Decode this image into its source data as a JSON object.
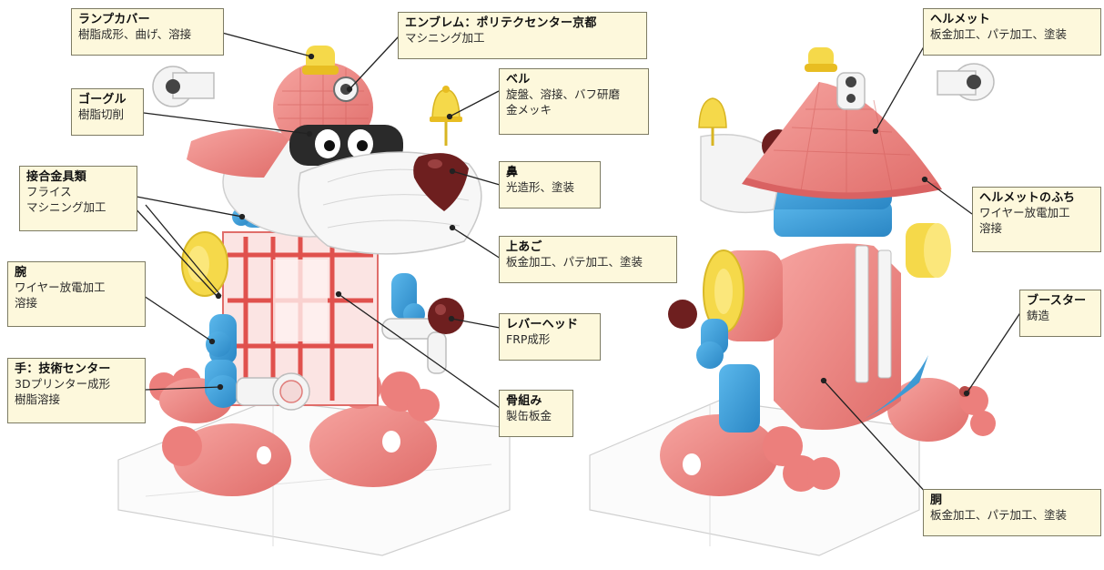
{
  "callouts": {
    "lamp_cover": {
      "title": "ランプカバー",
      "lines": [
        "樹脂成形、曲げ、溶接"
      ]
    },
    "emblem": {
      "title": "エンブレム：ポリテクセンター京都",
      "lines": [
        "マシニング加工"
      ]
    },
    "bell": {
      "title": "ベル",
      "lines": [
        "旋盤、溶接、バフ研磨",
        "金メッキ"
      ]
    },
    "goggle": {
      "title": "ゴーグル",
      "lines": [
        "樹脂切削"
      ]
    },
    "nose": {
      "title": "鼻",
      "lines": [
        "光造形、塗装"
      ]
    },
    "joint_fittings": {
      "title": "接合金具類",
      "lines": [
        "フライス",
        "マシニング加工"
      ]
    },
    "upper_jaw": {
      "title": "上あご",
      "lines": [
        "板金加工、パテ加工、塗装"
      ]
    },
    "arm": {
      "title": "腕",
      "lines": [
        "ワイヤー放電加工",
        "溶接"
      ]
    },
    "lever_head": {
      "title": "レバーヘッド",
      "lines": [
        "FRP成形"
      ]
    },
    "hand": {
      "title": "手：技術センター",
      "lines": [
        "3Dプリンター成形",
        "樹脂溶接"
      ]
    },
    "frame": {
      "title": "骨組み",
      "lines": [
        "製缶板金"
      ]
    },
    "helmet": {
      "title": "ヘルメット",
      "lines": [
        "板金加工、パテ加工、塗装"
      ]
    },
    "helmet_rim": {
      "title": "ヘルメットのふち",
      "lines": [
        "ワイヤー放電加工",
        "溶接"
      ]
    },
    "booster": {
      "title": "ブースター",
      "lines": [
        "鋳造"
      ]
    },
    "body": {
      "title": "胴",
      "lines": [
        "板金加工、パテ加工、塗装"
      ]
    }
  },
  "colors": {
    "robot_pink": "#f08c8c",
    "robot_pink_dark": "#d96262",
    "robot_blue": "#3a9fd8",
    "robot_yellow": "#f5d94a",
    "robot_brown": "#6e1f1f",
    "robot_white": "#f4f4f4",
    "callout_bg": "#fdf8dc",
    "callout_border": "#7d7b63"
  }
}
